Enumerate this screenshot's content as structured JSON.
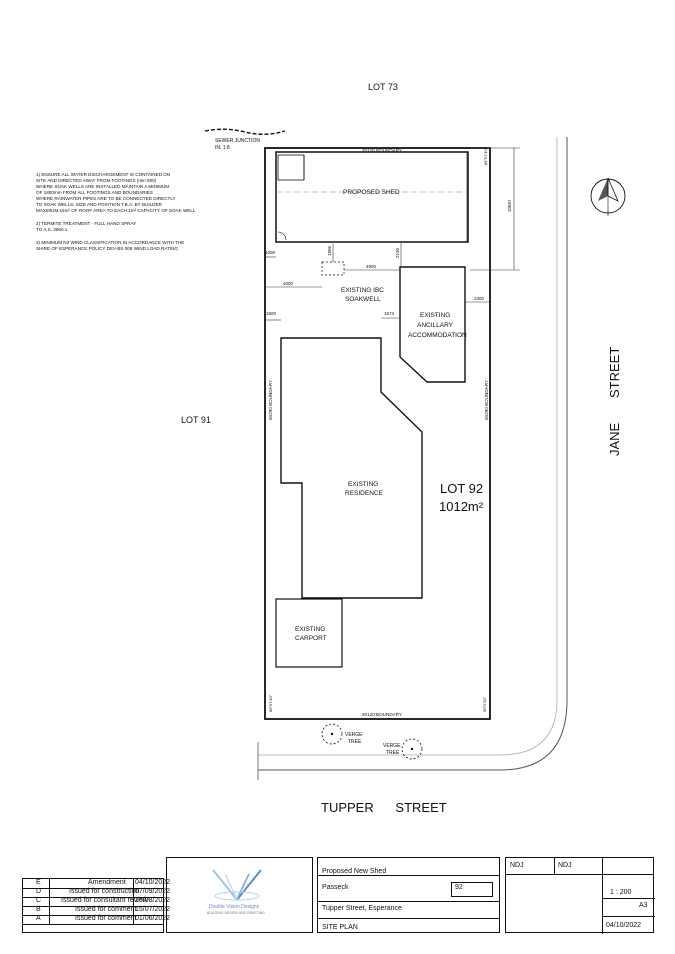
{
  "lots": {
    "north": "LOT 73",
    "west": "LOT 91",
    "subject_name": "LOT 92",
    "subject_area": "1012m²"
  },
  "streets": {
    "south": "TUPPER      STREET",
    "east_1": "JANE",
    "east_2": "STREET"
  },
  "sewer": {
    "line1": "SEWER JUNCTION",
    "line2": "IN: 1:8"
  },
  "notes": [
    "1) ENSURE ALL WATER DISCHARGEMENT IS CONTAINED ON",
    "SITE AND DIRECTED AWAY FROM FOOTINGS (min 500)",
    "WHERE SOAK WELLS ARE INSTALLED MAINTAIN A MINIMUM",
    "OF 1800mm FROM ALL FOOTINGS AND BOUNDARIES",
    "WHERE RAINWATER PIPES ARE TO BE CONNECTED DIRECTLY",
    "TO SOAK WELLS. SIZE AND POSITION T.B.A. BY BUILDER",
    "MAXIMUM 15m² OF ROOF AREA TO EACH 1m³ CAPACITY OF SOAK WELL",
    "",
    "2) TERMITE TREATMENT - FULL HAND SPRAY",
    "TO A.S. 3660.1",
    "",
    "3) MINIMUM N3 WIND CLASSIFICATION IN ACCORDANCE WITH THE",
    "SHIRE OF ESPERANCE POLICY DEV-BS 008 WIND LOAD RATING"
  ],
  "buildings": {
    "shed": "PROPOSED SHED",
    "ibc_1": "EXISTING IBC",
    "ibc_2": "SOAKWELL",
    "ancillary_1": "EXISTING",
    "ancillary_2": "ANCILLARY",
    "ancillary_3": "ACCOMMODATION",
    "residence_1": "EXISTING",
    "residence_2": "RESIDENCE",
    "carport_1": "EXISTING",
    "carport_2": "CARPORT"
  },
  "boundaries": {
    "north": "20120 BOUNDARY",
    "south": "20120 BOUNDARY",
    "west": "50290 BOUNDARY",
    "east": "50290 BOUNDARY"
  },
  "bearings": {
    "ne": "89°57'40\"",
    "se": "90°2'20\"",
    "sw": "89°57'40\"",
    "nw": ""
  },
  "dims": {
    "shed_side": "1000",
    "shed_depth": "10687",
    "d1": "1806",
    "d2": "4900",
    "d3": "2190",
    "d4": "4000",
    "d5": "2300",
    "d6": "1500",
    "d7": "1573"
  },
  "trees": {
    "a": "VERGE",
    "a2": "TREE",
    "b": "VERGE",
    "b2": "TREE"
  },
  "revisions": [
    {
      "rev": "E",
      "desc": "Amendment",
      "date": "04/10/2022"
    },
    {
      "rev": "D",
      "desc": "Issued for construction",
      "date": "07/09/2022"
    },
    {
      "rev": "C",
      "desc": "Issued for consultant review",
      "date": "25/08/2022"
    },
    {
      "rev": "B",
      "desc": "Issued for comment",
      "date": "15/07/2022"
    },
    {
      "rev": "A",
      "desc": "Issued for comment",
      "date": "01/06/2022"
    }
  ],
  "title_block": {
    "company": "Double Vision Designs",
    "company_sub": "BUILDING DESIGN AND DRAFTING",
    "project": "Proposed New Shed",
    "client": "Passeck",
    "lot_no": "92",
    "address": "Tupper Street, Esperance",
    "sheet_title": "SITE PLAN",
    "drawn": "NDJ",
    "checked": "NDJ",
    "scale": "1 : 200",
    "paper": "A3",
    "date": "04/10/2022"
  },
  "colors": {
    "line": "#111111",
    "accent": "#5b8fc7"
  }
}
